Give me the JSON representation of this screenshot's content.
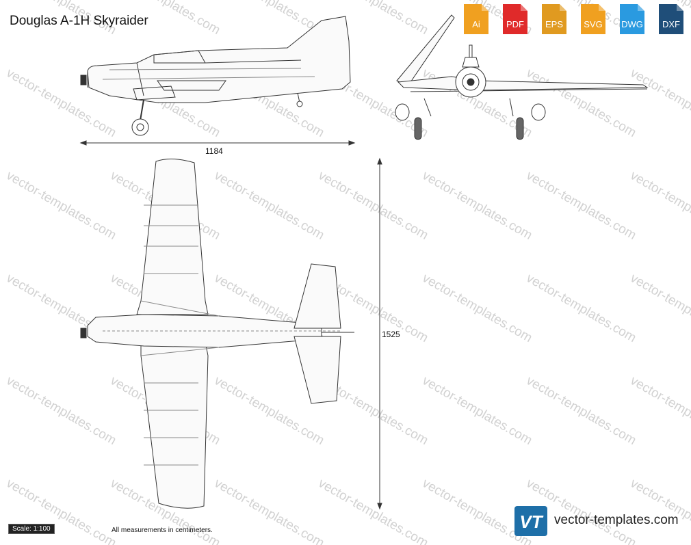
{
  "title": "Douglas A-1H Skyraider",
  "formats": [
    {
      "label": "Ai",
      "color": "#f0a020"
    },
    {
      "label": "PDF",
      "color": "#e02a2a"
    },
    {
      "label": "EPS",
      "color": "#e09a20"
    },
    {
      "label": "SVG",
      "color": "#f0a020"
    },
    {
      "label": "DWG",
      "color": "#2a9ae0"
    },
    {
      "label": "DXF",
      "color": "#1f4e79"
    }
  ],
  "dimensions": {
    "length": "1184",
    "wingspan": "1525"
  },
  "scale": "Scale: 1:100",
  "note": "All measurements in centimeters.",
  "watermark_text": "vector-templates.com",
  "logo": {
    "mark": "VT",
    "text": "vector-templates.com",
    "color": "#1e6fa8"
  }
}
